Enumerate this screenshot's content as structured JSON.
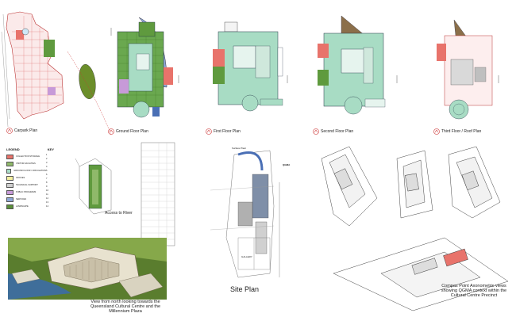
{
  "plans": {
    "carpark": "Carpark Plan",
    "ground": "Ground Floor Plan",
    "first": "First Floor Plan",
    "second": "Second Floor Plan",
    "third": "Third Floor / Roof Plan"
  },
  "legend": {
    "title": "LEGEND",
    "key_title": "KEY",
    "items": [
      {
        "label": "COLLECTION STORAGE",
        "color": "#e8736b"
      },
      {
        "label": "VISITOR FACILITIES",
        "color": "#8fb96a"
      },
      {
        "label": "GROUND FLOOR / CIRCULATION",
        "color": "#a9dcc6"
      },
      {
        "label": "OFFICES",
        "color": "#f4f0a0"
      },
      {
        "label": "TECHNICAL SUPPORT",
        "color": "#cfcfcf"
      },
      {
        "label": "PUBLIC PROGRAMS",
        "color": "#c79ad8"
      },
      {
        "label": "SERVICES",
        "color": "#8fa8d8"
      },
      {
        "label": "LANDSCAPE",
        "color": "#5a8f3a"
      }
    ],
    "key_items": [
      "1",
      "2",
      "3",
      "4",
      "5",
      "6",
      "7",
      "8",
      "9",
      "10",
      "11",
      "12",
      "13",
      "14"
    ]
  },
  "access_label": "Access to River",
  "site_plan_title": "Site Plan",
  "site_labels": {
    "surface_plant": "Surface Plant",
    "gallery": "GALLERY",
    "qgma": "QGMA"
  },
  "view_caption": "View from north looking towards the Queensland Cultural Centre and the Millennium Plaza",
  "axo_caption": "Compas Point Axonometric views showing QGMA context within the Cultural Centre Precinct",
  "colors": {
    "red": "#e8736b",
    "green": "#5f9a3e",
    "mint": "#a8dcc4",
    "purple": "#c79ad8",
    "blue": "#8fa8d8",
    "grey": "#d0d0d0",
    "olive": "#6b8e3a"
  }
}
